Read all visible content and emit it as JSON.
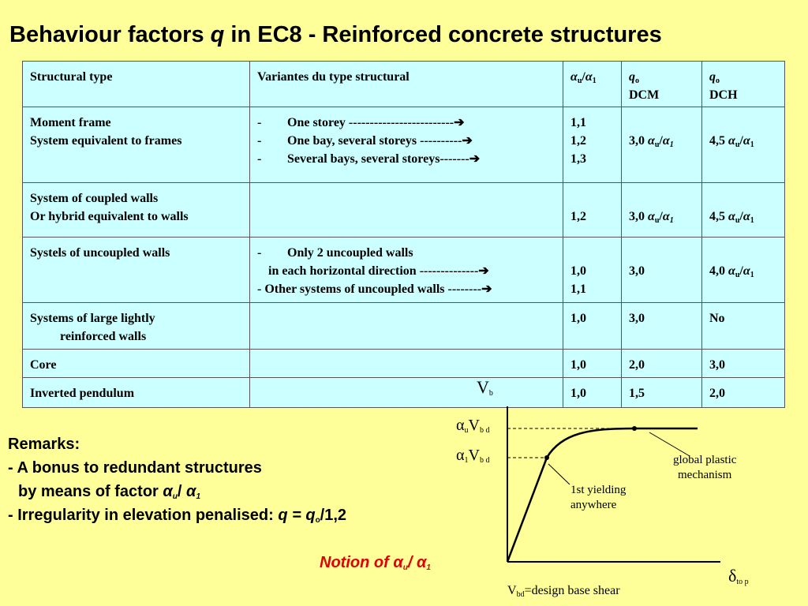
{
  "title": {
    "pre": "Behaviour factors ",
    "q": "q",
    "post": " in EC8  - Reinforced concrete structures"
  },
  "table": {
    "headers": {
      "type": "Structural type",
      "variants": "Variantes du type structural",
      "alpha_a": "α",
      "alpha_a_sub": "u",
      "alpha_slash": "/",
      "alpha_b": "α",
      "alpha_b_sub": "1",
      "qo_dcm_q": "q",
      "qo_dcm_sub": "o",
      "qo_dcm_label": "DCM",
      "qo_dch_q": "q",
      "qo_dch_sub": "o",
      "qo_dch_label": "DCH"
    },
    "rows": [
      {
        "type": [
          "Moment frame",
          "System equivalent to frames"
        ],
        "variants": [
          "One storey    -------------------------➔",
          "One bay, several storeys ----------➔",
          "Several bays, several storeys-------➔"
        ],
        "ratio": [
          "1,1",
          "1,2",
          "1,3"
        ],
        "dcm": "3,0 ",
        "dch": "4,5 "
      },
      {
        "type": [
          "System of coupled walls",
          "Or hybrid equivalent to walls"
        ],
        "ratio": [
          "1,2"
        ],
        "dcm": "3,0 ",
        "dch": "4,5 "
      },
      {
        "type": [
          "Systels of uncoupled walls"
        ],
        "variants": [
          "Only 2 uncoupled walls",
          "in each horizontal direction --------------➔",
          "- Other systems of uncoupled walls --------➔"
        ],
        "ratio": [
          "1,0",
          "1,1"
        ],
        "dcm": "3,0",
        "dch": "4,0 "
      },
      {
        "type": [
          "Systems of large lightly",
          "reinforced walls"
        ],
        "ratio": [
          "1,0"
        ],
        "dcm": "3,0",
        "dch": "No"
      },
      {
        "type": [
          "Core"
        ],
        "ratio": [
          "1,0"
        ],
        "dcm": "2,0",
        "dch": "3,0"
      },
      {
        "type": [
          "Inverted pendulum"
        ],
        "ratio": [
          "1,0"
        ],
        "dcm": "1,5",
        "dch": "2,0"
      }
    ],
    "dash": "-",
    "alpha": "α",
    "u": "u",
    "one": "1",
    "slash": "/"
  },
  "remarks": {
    "heading": "Remarks:",
    "line1": "- A bonus to redundant structures",
    "line2_pre": "by means of  factor ",
    "line3_pre": "- Irregularity in elevation penalised: ",
    "line3_q": "q = q",
    "line3_sub": "o",
    "line3_post": "/1,2"
  },
  "notion": {
    "pre": "Notion of "
  },
  "graph": {
    "vb": "V",
    "vb_sub": "b",
    "au": "α",
    "au_sub": "u",
    "au_v": "V",
    "au_v_sub": "b  d",
    "a1": "α",
    "a1_sub": "1",
    "a1_v": "V",
    "a1_v_sub": "b  d",
    "global_1": "global plastic",
    "global_2": "mechanism",
    "first_1": "1st yielding",
    "first_2": "anywhere",
    "delta": "δ",
    "delta_sub": "to  p",
    "vbd": "V",
    "vbd_sub": "bd",
    "vbd_text": "=design base shear"
  }
}
